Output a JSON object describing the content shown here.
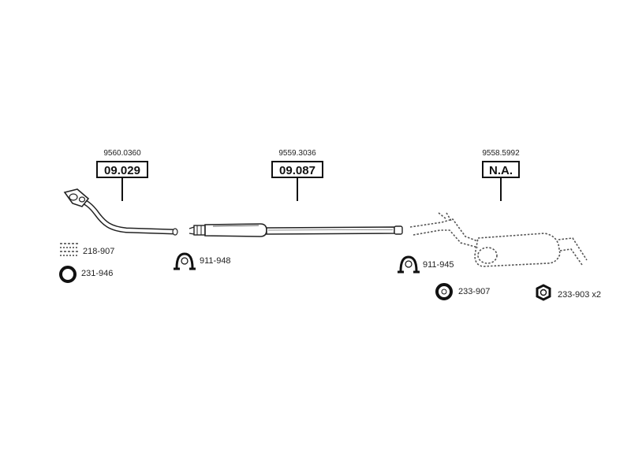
{
  "sections": [
    {
      "ref": "9560.0360",
      "code": "09.029"
    },
    {
      "ref": "9559.3036",
      "code": "09.087"
    },
    {
      "ref": "9558.5992",
      "code": "N.A."
    }
  ],
  "parts": {
    "p218907": "218-907",
    "p231946": "231-946",
    "p911948": "911-948",
    "p911945": "911-945",
    "p233907": "233-907",
    "p233903": "233-903 x2"
  }
}
